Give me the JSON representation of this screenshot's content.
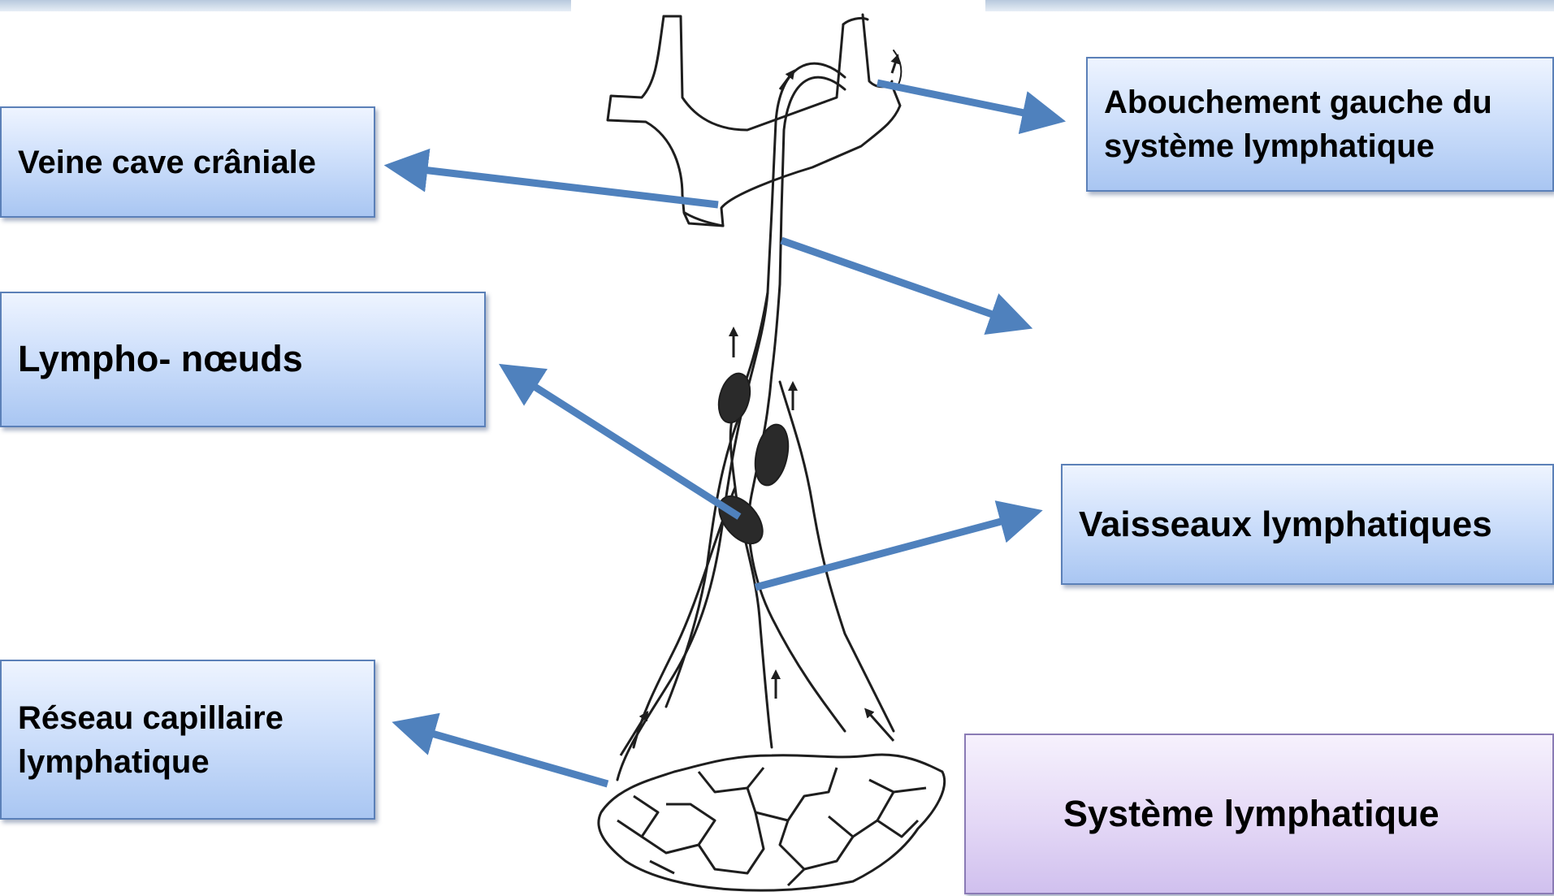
{
  "labels": {
    "veine_cave": "Veine cave crâniale",
    "lympho_noeuds": "Lympho- nœuds",
    "reseau_capillaire": "Réseau capillaire\nlymphatique",
    "abouchement": "Abouchement gauche du\nsystème lymphatique",
    "vaisseaux": "Vaisseaux lymphatiques",
    "systeme": "Système lymphatique"
  },
  "colors": {
    "arrow": "#4f81bd",
    "box_border": "#5b80b8",
    "box_fill": "#cfe0fb",
    "title_box_fill": "#e4d8f6",
    "drawing_ink": "#1e1e1e"
  },
  "icons": {
    "flow_direction": "up-arrow-icon"
  }
}
